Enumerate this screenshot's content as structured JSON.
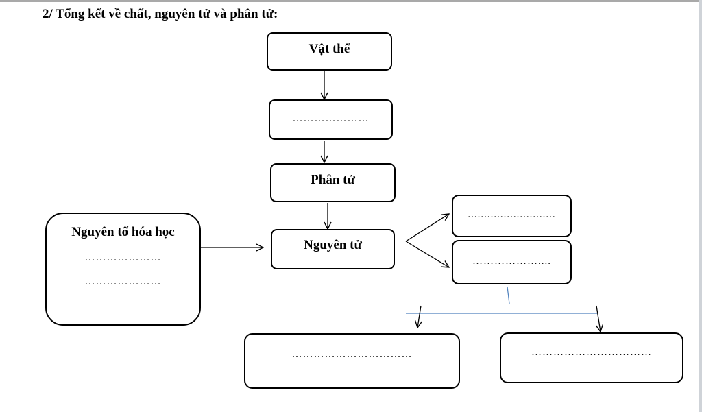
{
  "title": "2/ Tổng kết về chất, nguyên tử và phân tử:",
  "boxes": {
    "vat_the": "Vật thể",
    "blank_2": "…………………",
    "phan_tu": "Phân tử",
    "nguyen_tu": "Nguyên tử",
    "nguyen_to": {
      "label": "Nguyên tố hóa học",
      "line1": "…………………",
      "line2": "…………………"
    },
    "right_top": "...........................",
    "right_bottom": "………………....",
    "bottom_left": "……………………………",
    "bottom_right": "……………………………"
  }
}
